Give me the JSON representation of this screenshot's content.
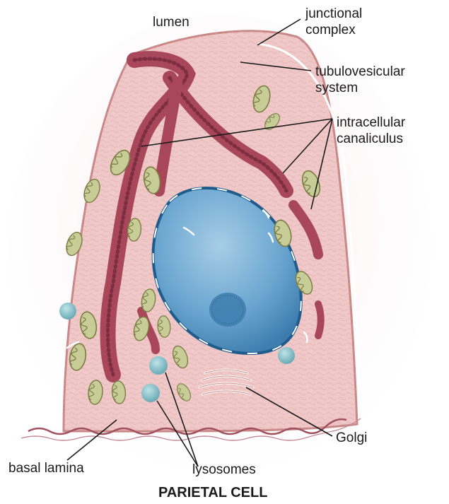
{
  "labels": {
    "lumen": "lumen",
    "junctional_complex": [
      "junctional",
      "complex"
    ],
    "tubulovesicular_system": [
      "tubulovesicular",
      "system"
    ],
    "intracellular_canaliculus": [
      "intracellular",
      "canaliculus"
    ],
    "golgi": "Golgi",
    "basal_lamina": "basal lamina",
    "lysosomes": "lysosomes"
  },
  "title": "PARIETAL CELL",
  "colors": {
    "cytoplasm": "#f0c8c8",
    "cytoplasm_edge": "#c98888",
    "canaliculus": "#a8465a",
    "canaliculus_dark": "#7d2d40",
    "nucleus": "#5e9cc8",
    "nucleus_light": "#a8cde6",
    "nucleus_edge": "#1f5c8c",
    "mito_fill": "#c8cc96",
    "mito_edge": "#7a7c44",
    "lysosome": "#86bfc7",
    "halo": "#f7dbe0",
    "leader": "#1a1a1a"
  },
  "icons": {
    "mitochondrion": "mitochondrion-icon",
    "lysosome": "lysosome-icon"
  }
}
